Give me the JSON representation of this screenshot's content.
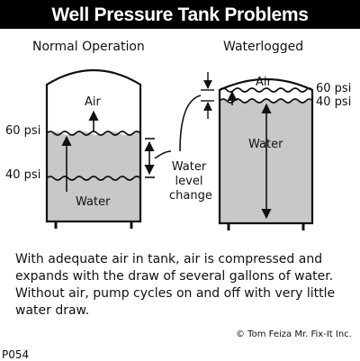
{
  "title": "Well Pressure Tank Problems",
  "left_tank": {
    "heading": "Normal Operation",
    "air_label": "Air",
    "water_label": "Water",
    "upper_pressure": "60 psi",
    "lower_pressure": "40 psi"
  },
  "middle": {
    "change_label_line1": "Water",
    "change_label_line2": "level",
    "change_label_line3": "change"
  },
  "right_tank": {
    "heading": "Waterlogged",
    "air_label": "Air",
    "water_label": "Water",
    "upper_pressure": "60 psi",
    "lower_pressure": "40 psi"
  },
  "caption": "With adequate air in tank, air is compressed and expands with the draw of several gallons of water.  Without air, pump cycles on and off with very little water draw.",
  "credit": "© Tom Feiza Mr. Fix-It Inc.",
  "code": "P054",
  "colors": {
    "water": "#c8c8c8",
    "ink": "#111111",
    "title_bg": "#000000"
  }
}
